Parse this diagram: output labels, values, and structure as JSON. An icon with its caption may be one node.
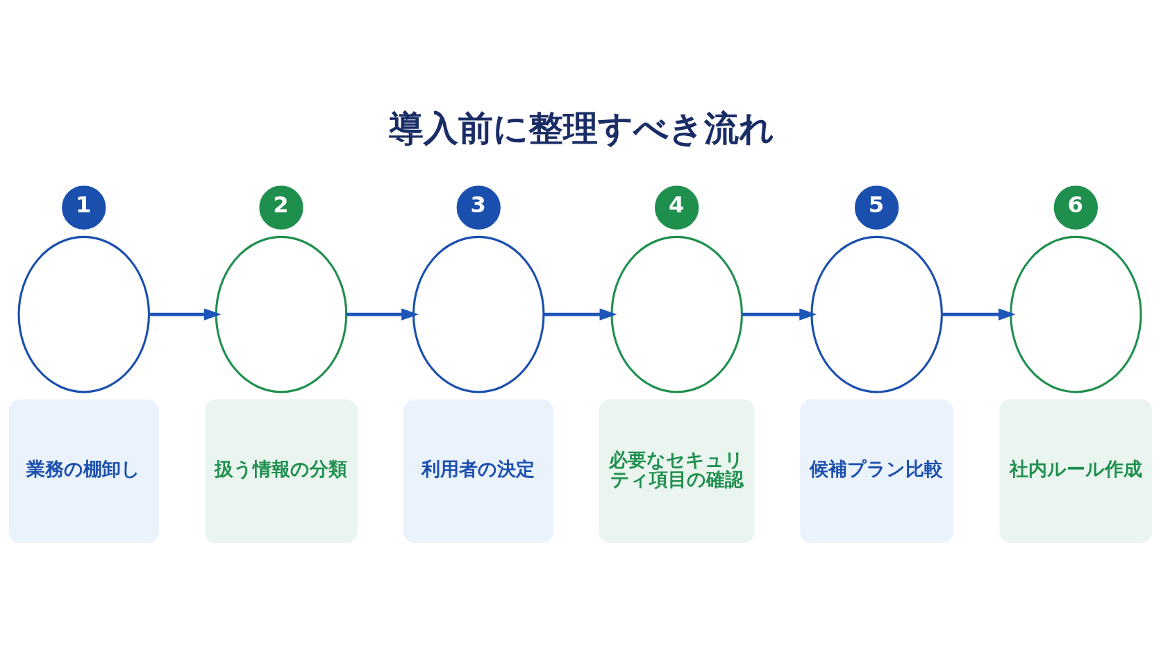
{
  "diagram": {
    "title": "導入前に整理すべき流れ",
    "nodes": [
      {
        "text": [
          "1"
        ]
      },
      {
        "text": [],
        "shape": "circle"
      },
      {
        "text": [
          "業務の棚卸し"
        ]
      },
      {
        "text": [
          "2"
        ]
      },
      {
        "text": [],
        "shape": "circle"
      },
      {
        "text": [
          "扱う情報の分類"
        ]
      },
      {
        "text": [
          "3"
        ]
      },
      {
        "text": [],
        "shape": "circle"
      },
      {
        "text": [
          "利用者の決定"
        ]
      },
      {
        "text": [
          "4"
        ]
      },
      {
        "text": [],
        "shape": "circle"
      },
      {
        "text": [
          "必要なセキュリティ項目の確認"
        ]
      },
      {
        "text": [
          "5"
        ]
      },
      {
        "text": [],
        "shape": "circle"
      },
      {
        "text": [
          "候補プラン比較"
        ]
      },
      {
        "text": [
          "6"
        ]
      },
      {
        "text": [],
        "shape": "circle"
      },
      {
        "text": [
          "社内ルール作成"
        ]
      }
    ],
    "edges": [
      {
        "from": 1,
        "to": 4,
        "arrow": "to"
      },
      {
        "from": 4,
        "to": 7,
        "arrow": "to"
      },
      {
        "from": 7,
        "to": 10,
        "arrow": "to"
      },
      {
        "from": 10,
        "to": 13,
        "arrow": "to"
      },
      {
        "from": 13,
        "to": 16,
        "arrow": "to"
      }
    ]
  }
}
